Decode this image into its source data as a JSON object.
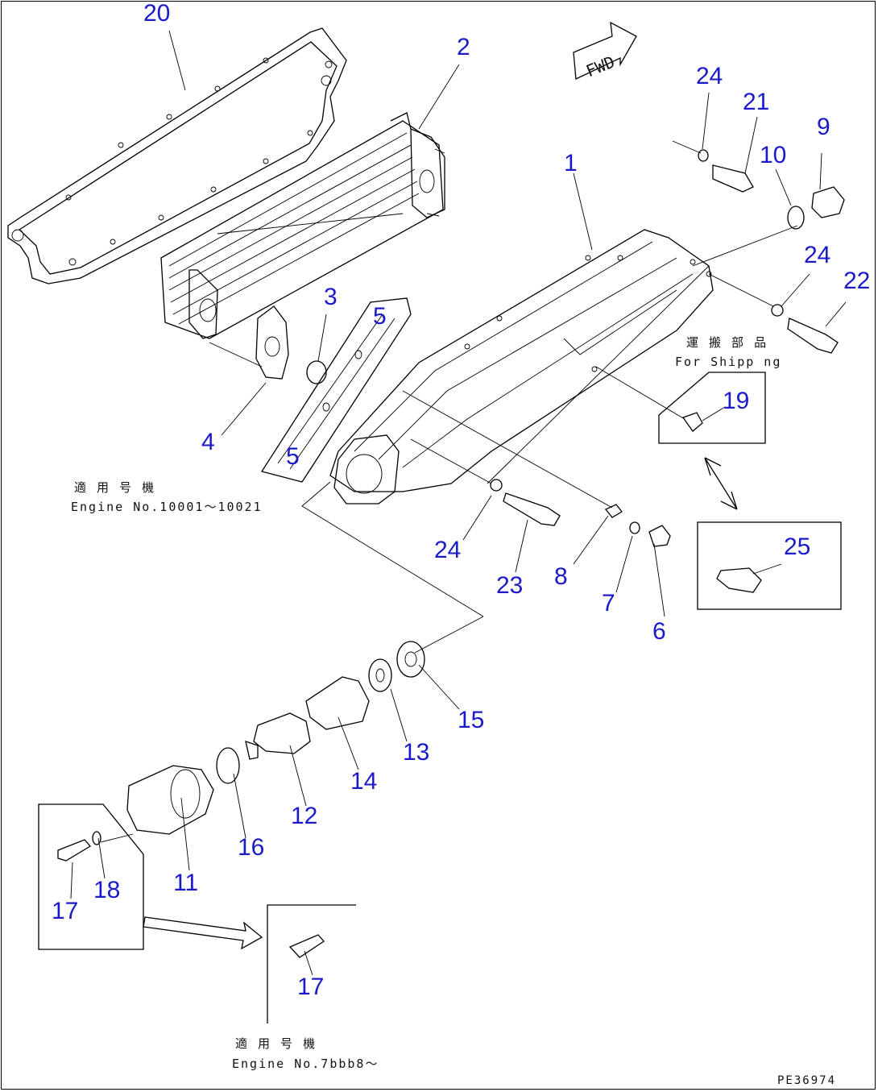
{
  "callouts": [
    {
      "id": "c20",
      "label": "20"
    },
    {
      "id": "c2",
      "label": "2"
    },
    {
      "id": "c24a",
      "label": "24"
    },
    {
      "id": "c21",
      "label": "21"
    },
    {
      "id": "c9",
      "label": "9"
    },
    {
      "id": "c10",
      "label": "10"
    },
    {
      "id": "c1",
      "label": "1"
    },
    {
      "id": "c3",
      "label": "3"
    },
    {
      "id": "c5a",
      "label": "5"
    },
    {
      "id": "c24b",
      "label": "24"
    },
    {
      "id": "c22",
      "label": "22"
    },
    {
      "id": "c19",
      "label": "19"
    },
    {
      "id": "c4",
      "label": "4"
    },
    {
      "id": "c5b",
      "label": "5"
    },
    {
      "id": "c25",
      "label": "25"
    },
    {
      "id": "c24c",
      "label": "24"
    },
    {
      "id": "c23",
      "label": "23"
    },
    {
      "id": "c8",
      "label": "8"
    },
    {
      "id": "c7",
      "label": "7"
    },
    {
      "id": "c6",
      "label": "6"
    },
    {
      "id": "c15",
      "label": "15"
    },
    {
      "id": "c13",
      "label": "13"
    },
    {
      "id": "c14",
      "label": "14"
    },
    {
      "id": "c12",
      "label": "12"
    },
    {
      "id": "c16",
      "label": "16"
    },
    {
      "id": "c11",
      "label": "11"
    },
    {
      "id": "c18",
      "label": "18"
    },
    {
      "id": "c17a",
      "label": "17"
    },
    {
      "id": "c17b",
      "label": "17"
    }
  ],
  "notes": {
    "shipping_jp": "運 搬 部 品",
    "shipping_en": "For Shipp ng",
    "applicable1_jp": "適 用 号 機",
    "applicable1_en": "Engine No.10001～10021",
    "applicable2_jp": "適 用 号 機",
    "applicable2_en": "Engine No.7bbb8～",
    "drawing_no": "PE36974"
  },
  "fwd_label": "FWD"
}
